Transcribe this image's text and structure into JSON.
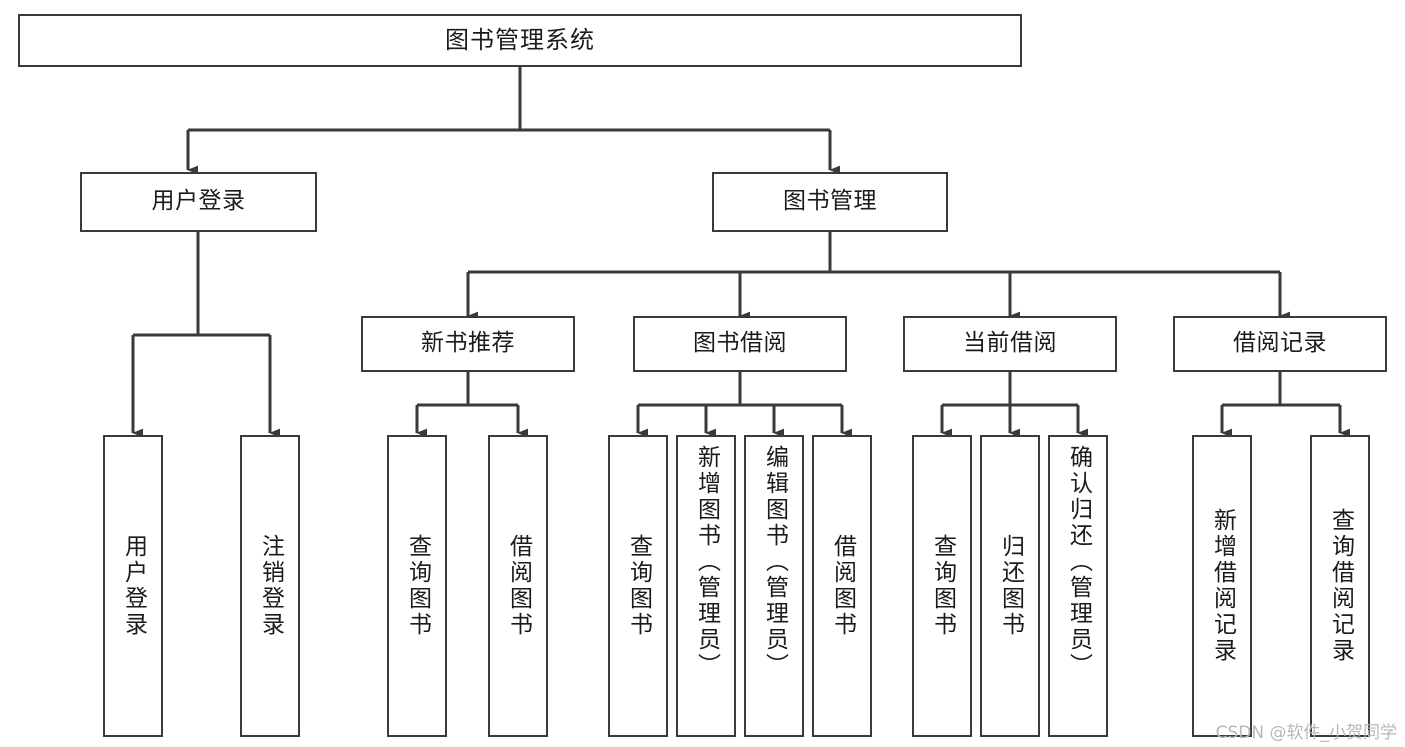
{
  "diagram": {
    "title": "图书管理系统",
    "type": "tree-hierarchy",
    "background": "#ffffff",
    "line_color": "#3a3a3a",
    "box_border_color": "#3a3a3a",
    "text_color": "#1b1b1b"
  },
  "nodes": {
    "root": {
      "label": "图书管理系统",
      "level": 0,
      "orientation": "horizontal"
    },
    "l1": [
      {
        "label": "用户登录",
        "orientation": "horizontal"
      },
      {
        "label": "图书管理",
        "orientation": "horizontal"
      }
    ],
    "l2": [
      {
        "label": "新书推荐",
        "orientation": "horizontal"
      },
      {
        "label": "图书借阅",
        "orientation": "horizontal"
      },
      {
        "label": "当前借阅",
        "orientation": "horizontal"
      },
      {
        "label": "借阅记录",
        "orientation": "horizontal"
      }
    ],
    "leaves_user_login": [
      {
        "label": "用户登录",
        "orientation": "vertical"
      },
      {
        "label": "注销登录",
        "orientation": "vertical"
      }
    ],
    "leaves_new_book": [
      {
        "label": "查询图书",
        "orientation": "vertical"
      },
      {
        "label": "借阅图书",
        "orientation": "vertical"
      }
    ],
    "leaves_borrow": [
      {
        "label": "查询图书",
        "orientation": "vertical"
      },
      {
        "label": "新增图书（管理员）",
        "orientation": "vertical"
      },
      {
        "label": "编辑图书（管理员）",
        "orientation": "vertical"
      },
      {
        "label": "借阅图书",
        "orientation": "vertical"
      }
    ],
    "leaves_current": [
      {
        "label": "查询图书",
        "orientation": "vertical"
      },
      {
        "label": "归还图书",
        "orientation": "vertical"
      },
      {
        "label": "确认归还（管理员）",
        "orientation": "vertical"
      }
    ],
    "leaves_records": [
      {
        "label": "新增借阅记录",
        "orientation": "vertical"
      },
      {
        "label": "查询借阅记录",
        "orientation": "vertical"
      }
    ]
  },
  "watermark": {
    "text": "CSDN @软件_小贺同学"
  }
}
